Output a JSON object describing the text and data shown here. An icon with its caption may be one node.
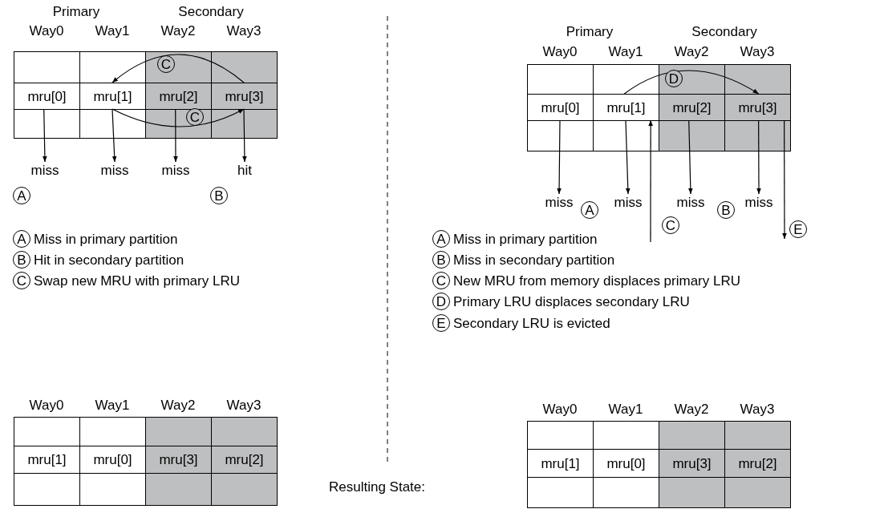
{
  "diagram": {
    "nodes": [
      {
        "text": [
          "mru[0]"
        ]
      },
      {
        "text": [
          "mru[1]"
        ]
      },
      {
        "text": [
          "mru[2]"
        ]
      },
      {
        "text": [
          "mru[3]"
        ]
      },
      {
        "text": [
          "miss"
        ]
      },
      {
        "text": [
          "miss"
        ]
      },
      {
        "text": [
          "miss"
        ]
      },
      {
        "text": [
          "hit"
        ]
      },
      {
        "text": [
          "mru[0]"
        ]
      },
      {
        "text": [
          "mru[1]"
        ]
      },
      {
        "text": [
          "mru[2]"
        ]
      },
      {
        "text": [
          "mru[3]"
        ]
      },
      {
        "text": [
          "miss"
        ]
      },
      {
        "text": [
          "miss"
        ]
      },
      {
        "text": [
          "miss"
        ]
      },
      {
        "text": [
          "miss"
        ]
      }
    ],
    "edges": [
      {
        "from": 0,
        "to": 4,
        "arrow": "to"
      },
      {
        "from": 1,
        "to": 5,
        "arrow": "to"
      },
      {
        "from": 2,
        "to": 6,
        "arrow": "to"
      },
      {
        "from": 3,
        "to": 7,
        "arrow": "to"
      },
      {
        "from": 3,
        "to": 1,
        "arrow": "to",
        "label": "C"
      },
      {
        "from": 1,
        "to": 3,
        "arrow": "to",
        "label": "C"
      },
      {
        "from": 8,
        "to": 12,
        "arrow": "to"
      },
      {
        "from": 9,
        "to": 13,
        "arrow": "to"
      },
      {
        "from": 10,
        "to": 14,
        "arrow": "to"
      },
      {
        "from": 11,
        "to": 15,
        "arrow": "to"
      },
      {
        "from": 9,
        "to": 11,
        "arrow": "to",
        "label": "D"
      },
      {
        "from": null,
        "to": 9,
        "arrow": "to",
        "label": "C"
      },
      {
        "from": 11,
        "to": null,
        "arrow": "to",
        "label": "E"
      }
    ],
    "labels": [
      "Primary",
      "Secondary",
      "Way0",
      "Way1",
      "Way2",
      "Way3",
      "A",
      "B",
      "A",
      "Miss in primary partition",
      "B",
      "Hit in secondary partition",
      "C",
      "Swap new MRU with primary LRU",
      "Primary",
      "Secondary",
      "Way0",
      "Way1",
      "Way2",
      "Way3",
      "A",
      "B",
      "A",
      "Miss in primary partition",
      "B",
      "Miss in secondary partition",
      "C",
      "New MRU from memory displaces primary LRU",
      "D",
      "Primary LRU displaces secondary LRU",
      "E",
      "Secondary LRU is evicted",
      "Way0",
      "Way1",
      "Way2",
      "Way3",
      "mru[1]",
      "mru[0]",
      "mru[3]",
      "mru[2]",
      "Resulting State:",
      "Way0",
      "Way1",
      "Way2",
      "Way3",
      "mru[1]",
      "mru[0]",
      "mru[3]",
      "mru[2]"
    ]
  }
}
